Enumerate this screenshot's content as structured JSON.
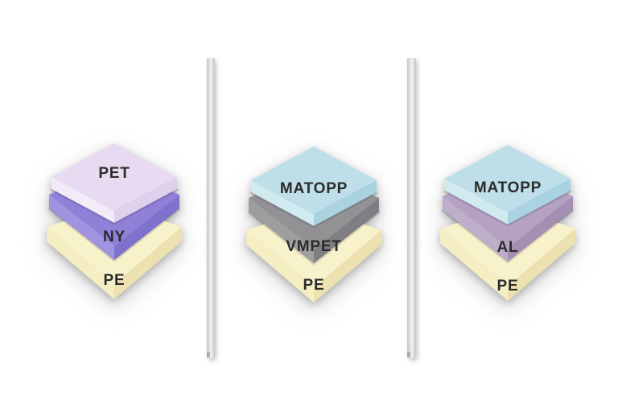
{
  "background": "#ffffff",
  "label_color": "#2b2b2b",
  "seam_color": "rgba(35,25,55,0.16)",
  "divider": {
    "edge_color": "#c6c6c6",
    "mid_color": "#e3e3e3",
    "highlight_color": "#f3f3f3",
    "endcap_color": "#8a8a8a"
  },
  "stacks": [
    {
      "name": "left-stack",
      "layers": [
        {
          "label": "PET",
          "top": "#e8dbf1",
          "left": "#f2ebf8",
          "right": "#ded1ec"
        },
        {
          "label": "NY",
          "top": "#8f80d8",
          "left": "#a093e0",
          "right": "#7f72cd"
        },
        {
          "label": "PE",
          "top": "#f8f2ca",
          "left": "#f5eec2",
          "right": "#ece1af"
        }
      ]
    },
    {
      "name": "middle-stack",
      "layers": [
        {
          "label": "MATOPP",
          "top": "#bedfe9",
          "left": "#d0eaf0",
          "right": "#a9d3e1"
        },
        {
          "label": "VMPET",
          "top": "#929294",
          "left": "#9e9ea1",
          "right": "#7e7e83"
        },
        {
          "label": "PE",
          "top": "#f8f2ca",
          "left": "#f5eec2",
          "right": "#ece1af"
        }
      ]
    },
    {
      "name": "right-stack",
      "layers": [
        {
          "label": "MATOPP",
          "top": "#bedfe9",
          "left": "#d0eaf0",
          "right": "#a9d3e1"
        },
        {
          "label": "AL",
          "top": "#b5a2c2",
          "left": "#bfaeca",
          "right": "#a48fb2"
        },
        {
          "label": "PE",
          "top": "#f8f2ca",
          "left": "#f5eec2",
          "right": "#ece1af"
        }
      ]
    }
  ]
}
